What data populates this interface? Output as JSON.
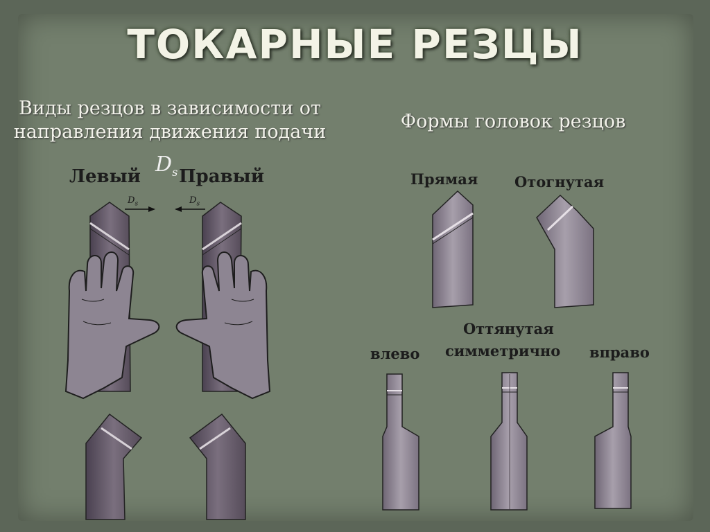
{
  "slide": {
    "title": "ТОКАРНЫЕ РЕЗЦЫ",
    "left_heading_line1": "Виды резцов в зависимости от",
    "left_heading_line2": "направления движения подачи",
    "right_heading": "Формы головок резцов",
    "feed_symbol": "D",
    "feed_symbol_sub": "s"
  },
  "direction": {
    "left_label": "Левый",
    "right_label": "Правый",
    "arrow_left_symbol": "D",
    "arrow_left_sub": "s",
    "arrow_right_symbol": "D",
    "arrow_right_sub": "s"
  },
  "head_forms": {
    "straight_label": "Прямая",
    "bent_label": "Отогнутая",
    "drawn_label_line1": "Оттянутая",
    "drawn_label_line2": "симметрично",
    "left_label": "влево",
    "right_label": "вправо"
  },
  "colors": {
    "background": "#5c6658",
    "panel": "#737f6d",
    "tool_fill": "#6e6370",
    "tool_dark": "#3d3540",
    "hand_fill": "#8a828f"
  }
}
